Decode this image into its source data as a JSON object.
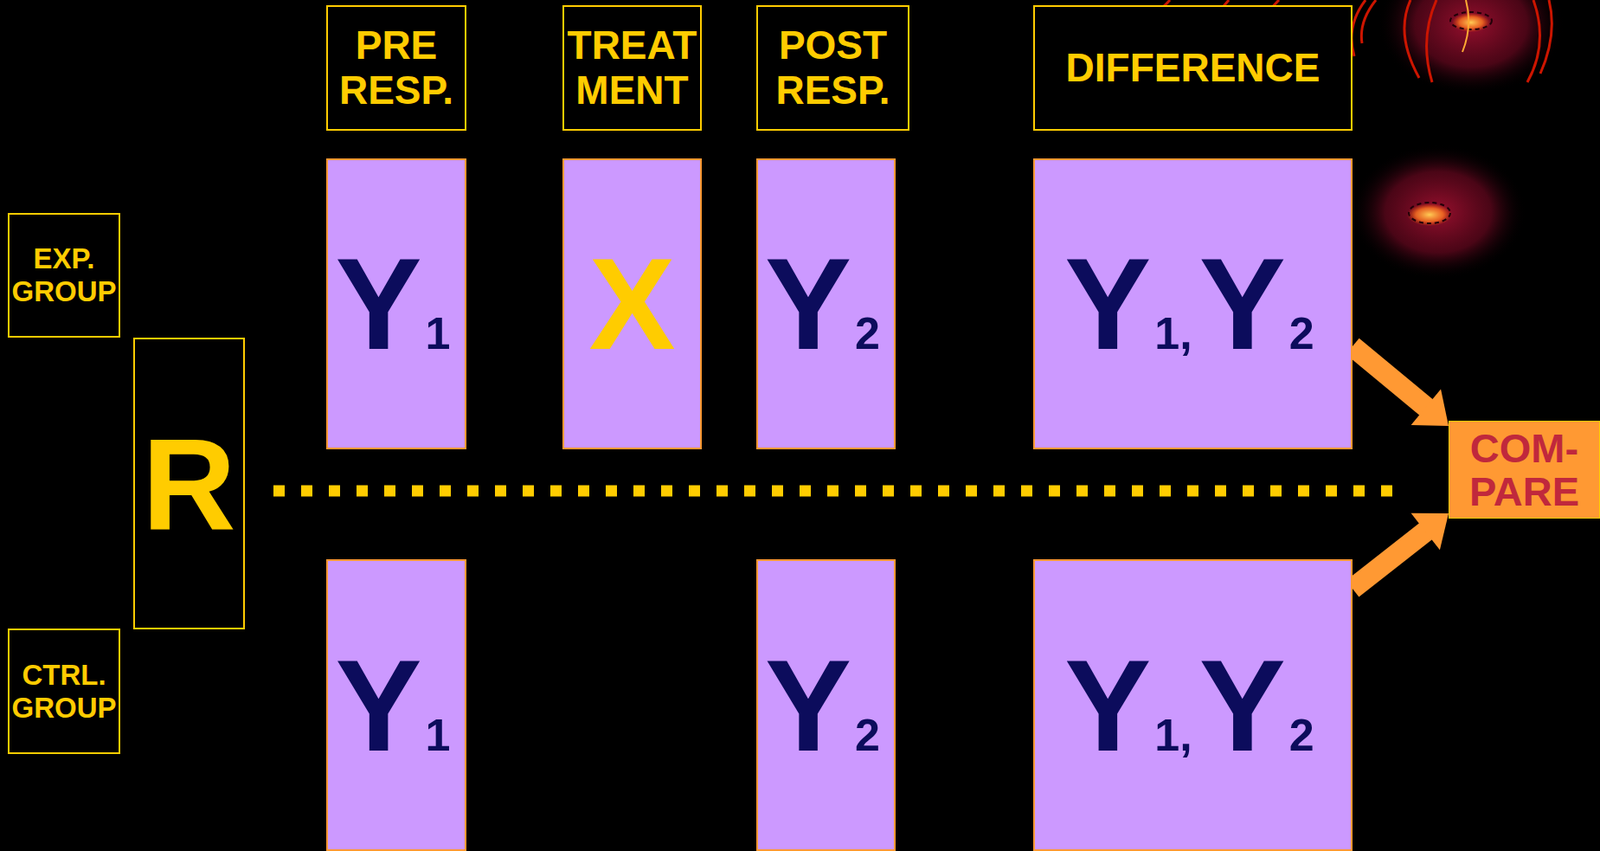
{
  "diagram": {
    "nodes": [
      {
        "text": [
          "PRE RESP."
        ]
      },
      {
        "text": [
          "TREAT MENT"
        ]
      },
      {
        "text": [
          "POST RESP."
        ]
      },
      {
        "text": [
          "DIFFERENCE"
        ]
      },
      {
        "text": [
          "EXP. GROUP"
        ]
      },
      {
        "text": [
          "Y",
          "1"
        ]
      },
      {
        "text": [
          "X"
        ]
      },
      {
        "text": [
          "Y",
          "2"
        ]
      },
      {
        "text": [
          "Y",
          "1,",
          "Y",
          "2"
        ]
      },
      {
        "text": [
          "R"
        ]
      },
      {
        "text": [
          "COM- PARE"
        ]
      },
      {
        "text": [
          "CTRL. GROUP"
        ]
      },
      {
        "text": [
          "Y",
          "1"
        ]
      },
      {
        "text": [
          "Y",
          "2"
        ]
      },
      {
        "text": [
          "Y",
          "1,",
          "Y",
          "2"
        ]
      }
    ],
    "edges": [
      {
        "from": 8,
        "to": 10,
        "arrow": "to"
      },
      {
        "from": 14,
        "to": 10,
        "arrow": "to"
      }
    ]
  }
}
